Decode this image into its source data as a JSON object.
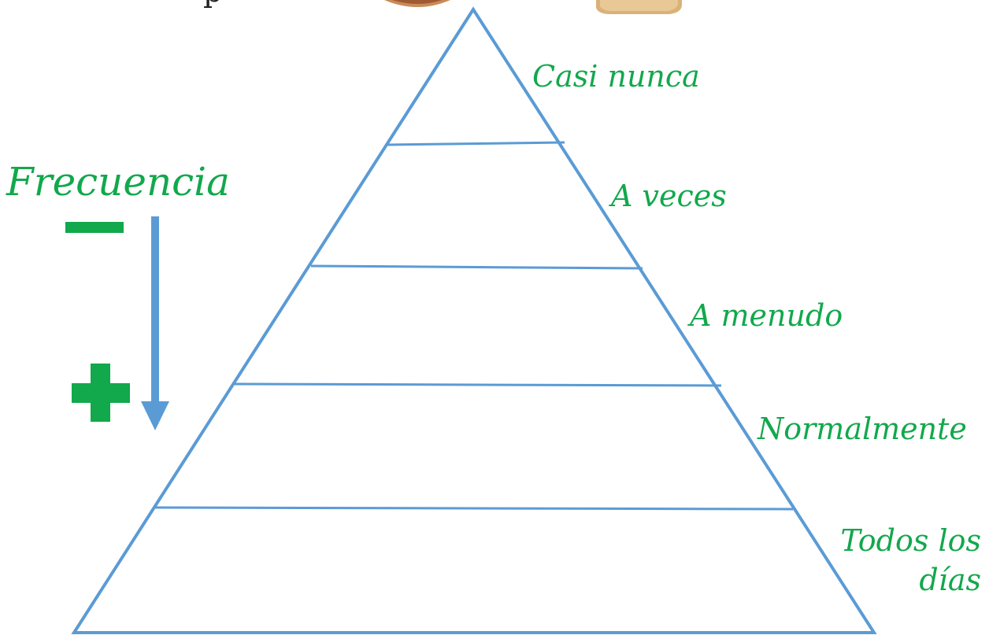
{
  "frequency": {
    "title": "Frecuencia",
    "less_symbol": "−",
    "more_symbol": "+"
  },
  "levels": [
    {
      "label": "Casi nunca"
    },
    {
      "label": "A veces"
    },
    {
      "label": "A menudo"
    },
    {
      "label": "Normalmente"
    },
    {
      "label": "Todos los días"
    }
  ],
  "colors": {
    "pyramid_line": "#5b9bd5",
    "label_green": "#12a84c",
    "arrow_blue": "#5b9bd5"
  },
  "top_cropped_text": "p",
  "icons": {
    "top_left_food": "food-image",
    "top_right_food": "bread-image"
  }
}
